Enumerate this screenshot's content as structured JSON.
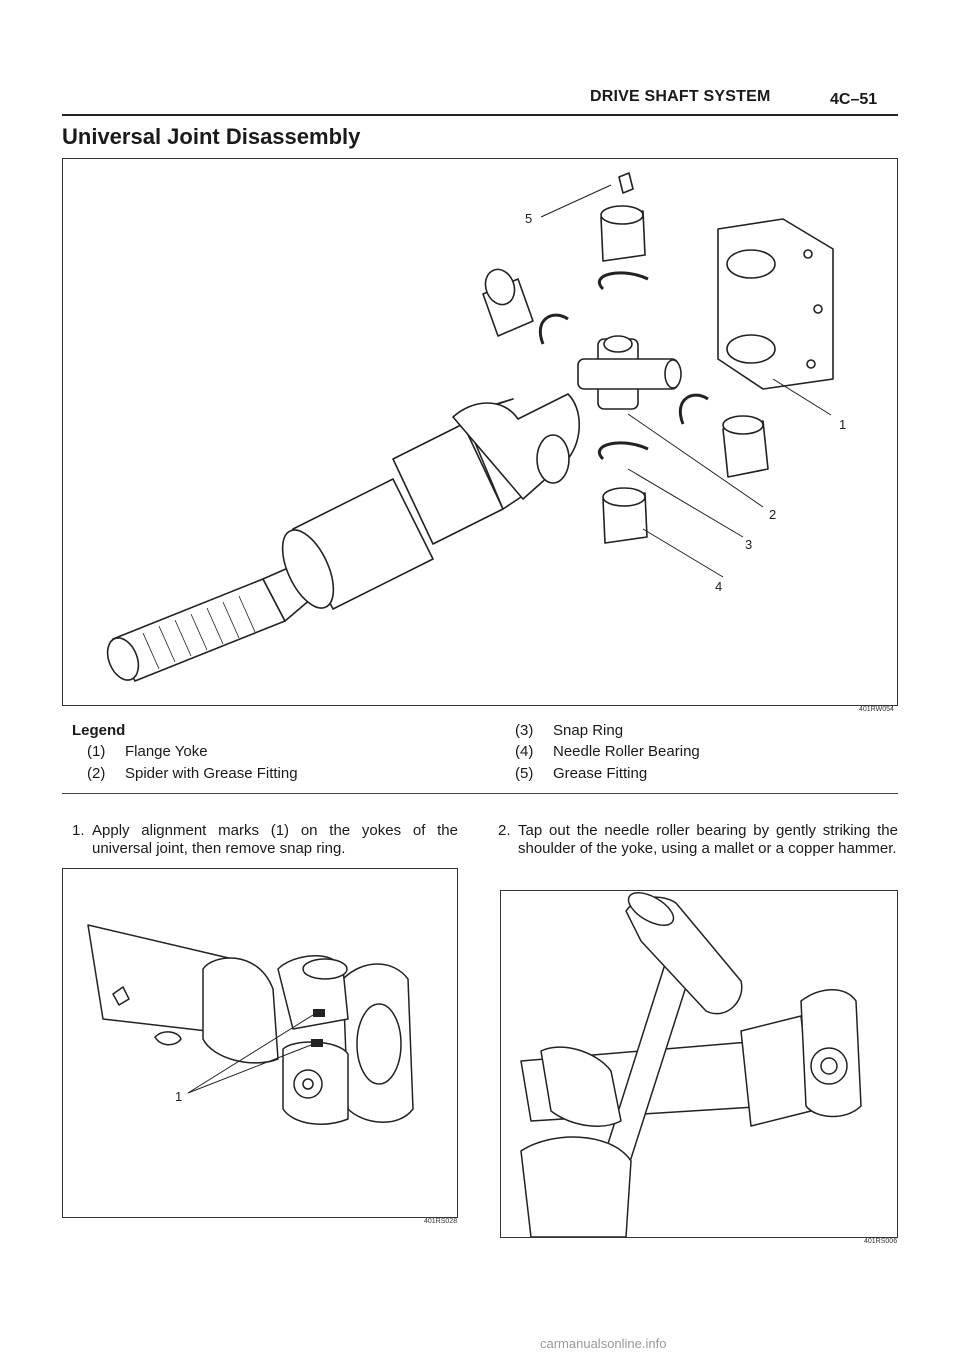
{
  "header": {
    "section": "DRIVE SHAFT SYSTEM",
    "page": "4C–51"
  },
  "title": "Universal Joint Disassembly",
  "figure_main": {
    "code": "401RW054",
    "callouts": [
      "1",
      "2",
      "3",
      "4",
      "5"
    ]
  },
  "legend": {
    "title": "Legend",
    "left": [
      {
        "num": "(1)",
        "label": "Flange Yoke"
      },
      {
        "num": "(2)",
        "label": "Spider with Grease Fitting"
      }
    ],
    "right": [
      {
        "num": "(3)",
        "label": "Snap Ring"
      },
      {
        "num": "(4)",
        "label": "Needle Roller Bearing"
      },
      {
        "num": "(5)",
        "label": "Grease Fitting"
      }
    ]
  },
  "steps": [
    {
      "num": "1.",
      "text": "Apply alignment marks (1) on the yokes of the universal joint, then remove snap ring."
    },
    {
      "num": "2.",
      "text": "Tap out the needle roller bearing by gently striking the shoulder of the yoke, using a mallet or a copper hammer."
    }
  ],
  "figure_step1": {
    "code": "401RS028",
    "callout": "1"
  },
  "figure_step2": {
    "code": "401RS006"
  },
  "footer": "carmanualsonline.info"
}
